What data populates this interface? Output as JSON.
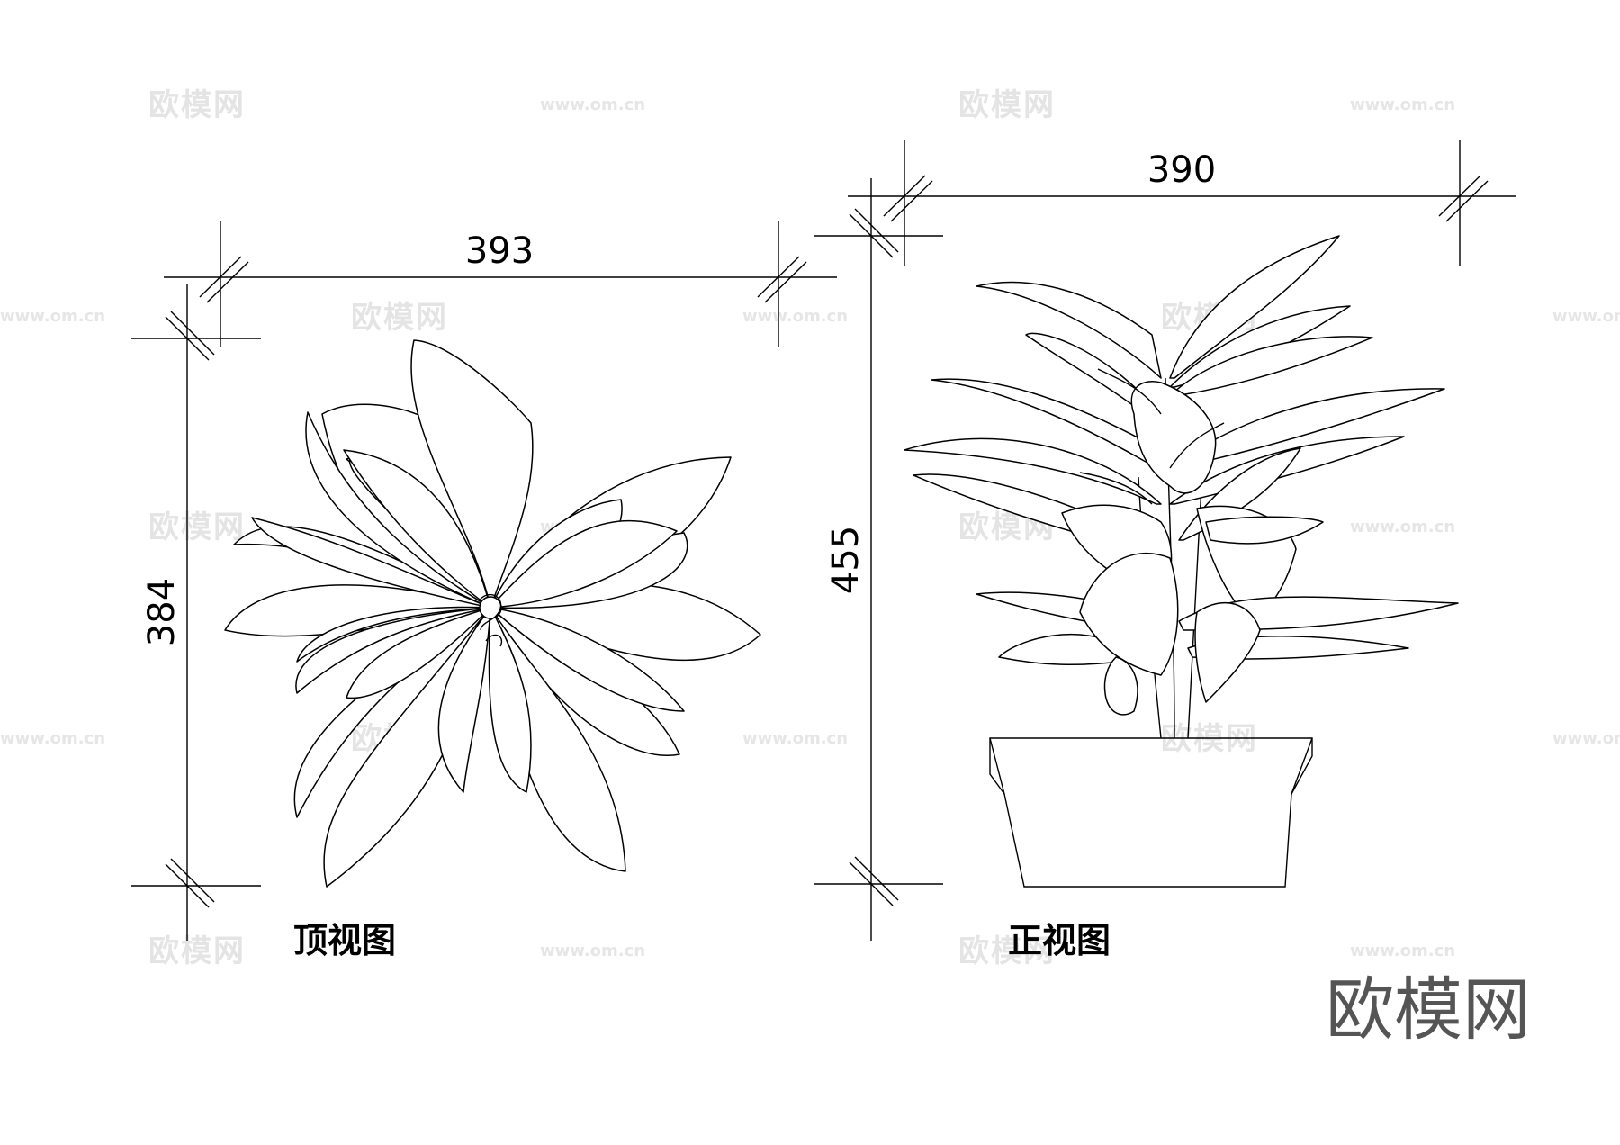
{
  "top_view": {
    "width_label": "393",
    "height_label": "384",
    "caption": "顶视图"
  },
  "front_view": {
    "width_label": "390",
    "height_label": "455",
    "caption": "正视图"
  },
  "watermark": {
    "brand": "欧模网",
    "url": "www.om.cn"
  }
}
